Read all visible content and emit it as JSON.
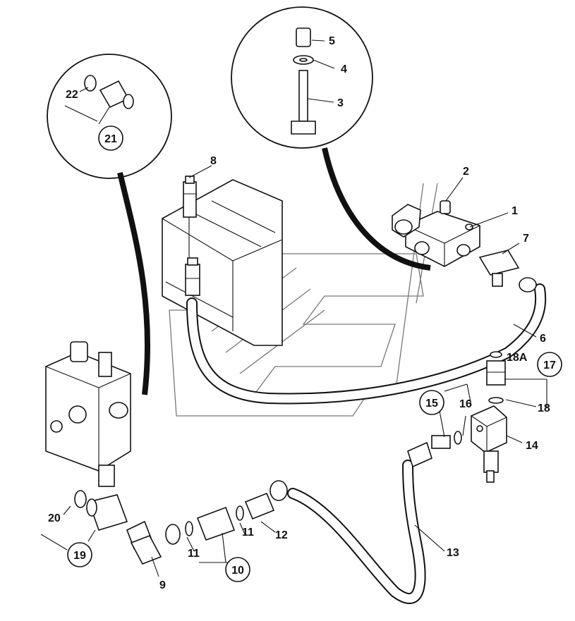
{
  "labels": {
    "p1": "1",
    "p2": "2",
    "p3": "3",
    "p4": "4",
    "p5": "5",
    "p6": "6",
    "p7": "7",
    "p8": "8",
    "p9": "9",
    "p10": "10",
    "p11a": "11",
    "p11b": "11",
    "p12": "12",
    "p13": "13",
    "p14": "14",
    "p15": "15",
    "p16": "16",
    "p17": "17",
    "p18": "18",
    "p18a": "18A",
    "p19": "19",
    "p20": "20",
    "p21": "21",
    "p22": "22"
  }
}
